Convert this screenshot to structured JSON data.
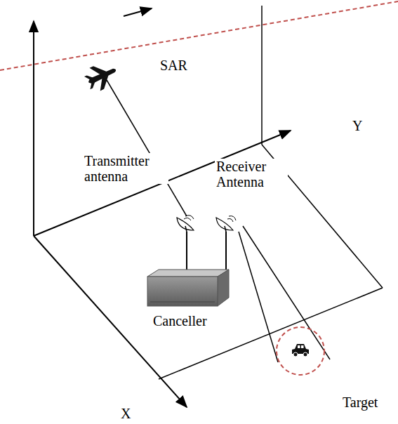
{
  "diagram": {
    "labels": [
      "SAR",
      "Y",
      "Transmitter antenna",
      "Receiver Antenna",
      "Canceller",
      "Target",
      "X"
    ]
  }
}
